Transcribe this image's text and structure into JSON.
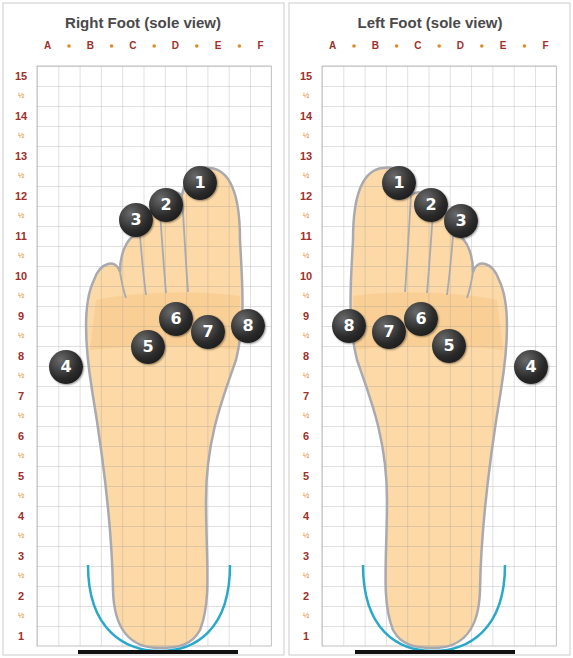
{
  "diagram": {
    "nodes": [
      {
        "text": [
          "1"
        ]
      },
      {
        "text": [
          "2"
        ]
      },
      {
        "text": [
          "3"
        ]
      },
      {
        "text": [
          "4"
        ]
      },
      {
        "text": [
          "5"
        ]
      },
      {
        "text": [
          "6"
        ]
      },
      {
        "text": [
          "7"
        ]
      },
      {
        "text": [
          "8"
        ]
      },
      {
        "text": [
          "1"
        ]
      },
      {
        "text": [
          "2"
        ]
      },
      {
        "text": [
          "3"
        ]
      },
      {
        "text": [
          "4"
        ]
      },
      {
        "text": [
          "5"
        ]
      },
      {
        "text": [
          "6"
        ]
      },
      {
        "text": [
          "7"
        ]
      },
      {
        "text": [
          "8"
        ]
      }
    ],
    "labels": [
      "Right Foot (sole view)",
      "A",
      "B",
      "C",
      "D",
      "E",
      "F",
      "15",
      "½",
      "14",
      "½",
      "13",
      "½",
      "12",
      "½",
      "11",
      "½",
      "10",
      "½",
      "9",
      "½",
      "8",
      "½",
      "7",
      "½",
      "6",
      "½",
      "5",
      "½",
      "4",
      "½",
      "3",
      "½",
      "2",
      "½",
      "1",
      "Left Foot (sole view)",
      "A",
      "B",
      "C",
      "D",
      "E",
      "F",
      "15",
      "½",
      "14",
      "½",
      "13",
      "½",
      "12",
      "½",
      "11",
      "½",
      "10",
      "½",
      "9",
      "½",
      "8",
      "½",
      "7",
      "½",
      "6",
      "½",
      "5",
      "½",
      "4",
      "½",
      "3",
      "½",
      "2",
      "½",
      "1"
    ]
  }
}
